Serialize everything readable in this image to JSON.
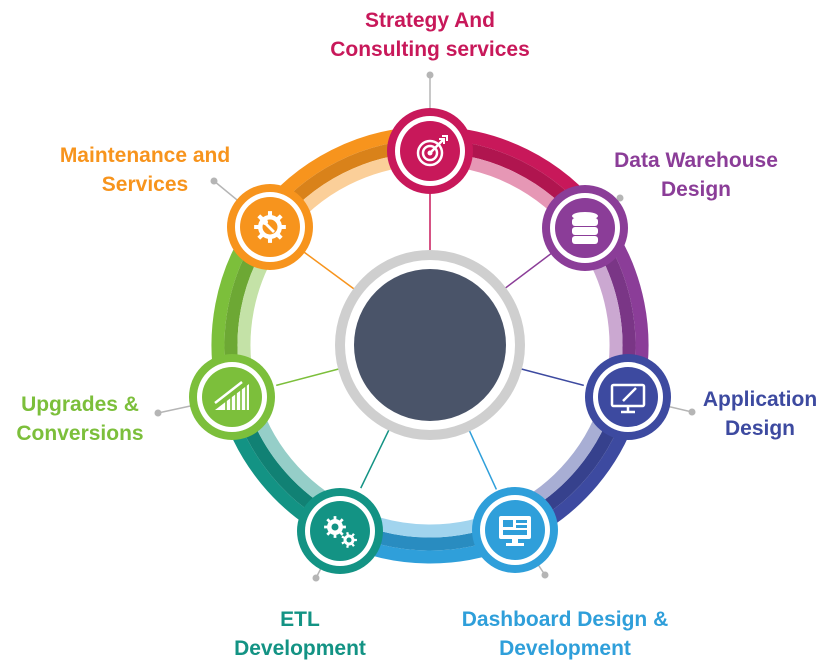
{
  "services": [
    {
      "id": "strategy",
      "icon": "target-icon",
      "color": "#c8185a",
      "lines": [
        "Strategy And",
        "Consulting services"
      ]
    },
    {
      "id": "data-warehouse",
      "icon": "database-icon",
      "color": "#8b3d98",
      "lines": [
        "Data Warehouse",
        "Design"
      ]
    },
    {
      "id": "application",
      "icon": "monitor-pen-icon",
      "color": "#3d4aa0",
      "lines": [
        "Application",
        "Design"
      ]
    },
    {
      "id": "dashboard",
      "icon": "dashboard-monitor-icon",
      "color": "#2f9fda",
      "lines": [
        "Dashboard Design &",
        "Development"
      ]
    },
    {
      "id": "etl",
      "icon": "gears-icon",
      "color": "#139384",
      "lines": [
        "ETL",
        "Development"
      ]
    },
    {
      "id": "upgrades",
      "icon": "growth-ramp-icon",
      "color": "#7cbf3b",
      "lines": [
        "Upgrades &",
        "Conversions"
      ]
    },
    {
      "id": "maintenance",
      "icon": "gear-wrench-icon",
      "color": "#f7941d",
      "lines": [
        "Maintenance and",
        "Services"
      ]
    }
  ],
  "palette": {
    "center": "#4a5469",
    "center_ring": "#cfcfcf",
    "leader": "#b5b5b5"
  }
}
